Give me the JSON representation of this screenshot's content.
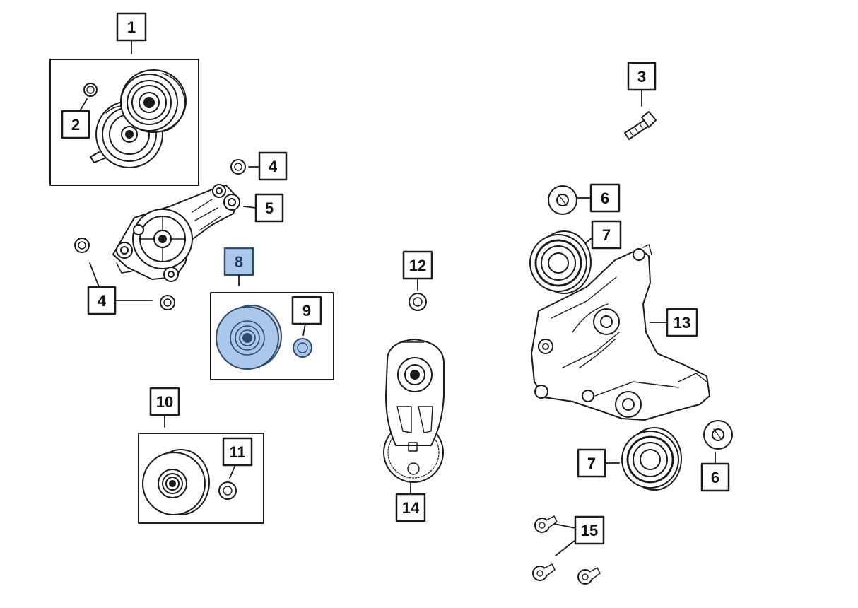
{
  "colors": {
    "line": "#1a1a1a",
    "highlight_fill": "#a9c8ea",
    "highlight_stroke": "#2d4a6b",
    "part_fill": "#ffffff",
    "shade": "#d9d9d9"
  },
  "callouts": [
    {
      "id": "c1",
      "label": "1"
    },
    {
      "id": "c2",
      "label": "2"
    },
    {
      "id": "c3",
      "label": "3"
    },
    {
      "id": "c4a",
      "label": "4"
    },
    {
      "id": "c4b",
      "label": "4"
    },
    {
      "id": "c5",
      "label": "5"
    },
    {
      "id": "c6a",
      "label": "6"
    },
    {
      "id": "c6b",
      "label": "6"
    },
    {
      "id": "c7a",
      "label": "7"
    },
    {
      "id": "c7b",
      "label": "7"
    },
    {
      "id": "c8",
      "label": "8",
      "highlighted": true
    },
    {
      "id": "c9",
      "label": "9"
    },
    {
      "id": "c10",
      "label": "10"
    },
    {
      "id": "c11",
      "label": "11"
    },
    {
      "id": "c12",
      "label": "12"
    },
    {
      "id": "c13",
      "label": "13"
    },
    {
      "id": "c14",
      "label": "14"
    },
    {
      "id": "c15",
      "label": "15"
    }
  ],
  "parts": [
    {
      "name": "belt-tensioner-assembly-icon"
    },
    {
      "name": "nut-icon"
    },
    {
      "name": "bolt-icon"
    },
    {
      "name": "tensioner-bracket-icon"
    },
    {
      "name": "washer-icon"
    },
    {
      "name": "bearing-pulley-icon"
    },
    {
      "name": "idler-pulley-icon",
      "highlighted": true
    },
    {
      "name": "pulley-cap-icon"
    },
    {
      "name": "tensioner-arm-icon"
    },
    {
      "name": "accessory-bracket-icon"
    }
  ]
}
